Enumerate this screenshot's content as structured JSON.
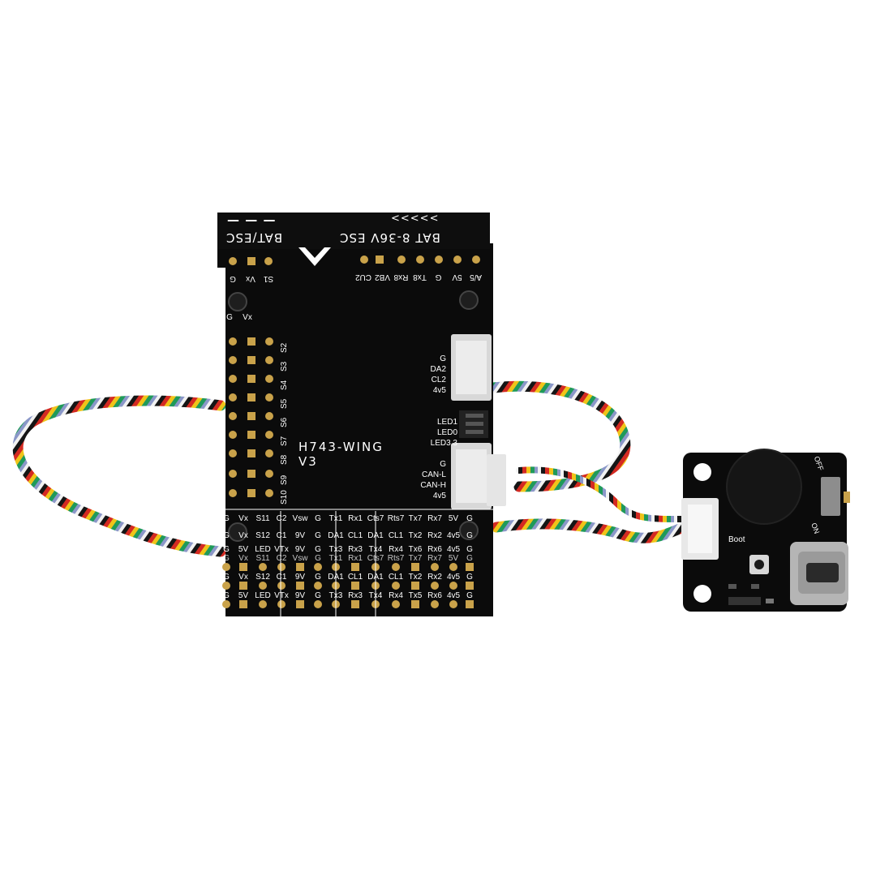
{
  "board": {
    "model": "H743-WING",
    "version": "V3",
    "top_labels": {
      "bat_esc_left": "BAT/ESC",
      "bat_esc_right": "BAT 8-36V ESC",
      "dashes": "— — —",
      "chevrons": "<<<<<"
    },
    "uart_header": [
      "A/5",
      "5V",
      "G",
      "Tx8",
      "Rx8",
      "VB2",
      "CU2"
    ],
    "left_header": [
      "S1",
      "Vx",
      "G"
    ],
    "left_small": [
      "G",
      "Vx"
    ],
    "servo_labels": [
      "S2",
      "S3",
      "S4",
      "S5",
      "S6",
      "S7",
      "S8",
      "S9",
      "S10"
    ],
    "i2c": [
      "G",
      "DA2",
      "CL2",
      "4v5"
    ],
    "led": [
      "LED1",
      "LED0",
      "LED3.3"
    ],
    "can": [
      "G",
      "CAN-L",
      "CAN-H",
      "4v5"
    ],
    "bottom_row1": [
      "G",
      "Vx",
      "S11",
      "C2",
      "Vsw",
      "G",
      "Tx1",
      "Rx1",
      "Cts7",
      "Rts7",
      "Tx7",
      "Rx7",
      "5V",
      "G"
    ],
    "bottom_row2": [
      "G",
      "Vx",
      "S12",
      "C1",
      "9V",
      "G",
      "DA1",
      "CL1",
      "DA1",
      "CL1",
      "Tx2",
      "Rx2",
      "4v5",
      "G"
    ],
    "bottom_row3": [
      "G",
      "5V",
      "LED",
      "VTx",
      "9V",
      "G",
      "Tx3",
      "Rx3",
      "Tx4",
      "Rx4",
      "Tx6",
      "Rx6",
      "4v5",
      "G"
    ],
    "pad_row_a": [
      "G",
      "Vx",
      "S11",
      "C2",
      "Vsw",
      "G",
      "Tx1",
      "Rx1",
      "Cts7",
      "Rts7",
      "Tx7",
      "Rx7",
      "5V",
      "G"
    ],
    "pad_row_b": [
      "G",
      "Vx",
      "S12",
      "C1",
      "9V",
      "G",
      "DA1",
      "CL1",
      "DA1",
      "CL1",
      "Tx2",
      "Rx2",
      "4v5",
      "G"
    ],
    "pad_row_c": [
      "G",
      "5V",
      "LED",
      "VTx",
      "9V",
      "G",
      "Tx3",
      "Rx3",
      "Tx4",
      "Rx4",
      "Tx5",
      "Rx6",
      "4v5",
      "G"
    ]
  },
  "usb_module": {
    "boot_label": "Boot",
    "side_label_top": "OFF",
    "side_label_bottom": "ON"
  },
  "colors": {
    "background": "#ffffff",
    "pcb": "#0b0b0b",
    "gold": "#c9a24a",
    "wire_red": "#d42a22",
    "wire_black": "#151515",
    "wire_yellow": "#f0c419",
    "wire_green": "#1f9a5a",
    "wire_blue": "#8a97c8",
    "wire_white": "#f2f2f2"
  }
}
